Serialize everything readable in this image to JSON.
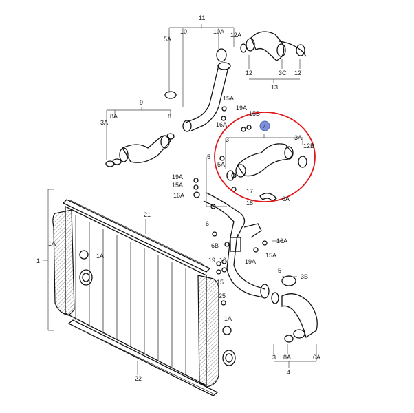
{
  "diagram": {
    "labels": {
      "l1": "1",
      "l1A_left": "1A",
      "l1A_inner": "1A",
      "l1A_bottom": "1A",
      "l3": "3",
      "l3_lower": "3",
      "l3A": "3A",
      "l3A_right": "3A",
      "l3B": "3B",
      "l3C": "3C",
      "l4": "4",
      "l5": "5",
      "l5A": "5A",
      "l5A_top": "5A",
      "l6": "6",
      "l6A": "6A",
      "l6B": "6B",
      "l7": "7",
      "l8": "8",
      "l8A": "8A",
      "l8A_lower": "8A",
      "l9": "9",
      "l10": "10",
      "l10A": "10A",
      "l11": "11",
      "l12_a": "12",
      "l12_b": "12",
      "l12A": "12A",
      "l12B": "12B",
      "l13": "13",
      "l15": "15",
      "l15A_a": "15A",
      "l15A_b": "15A",
      "l15A_c": "15A",
      "l15B": "15B",
      "l16": "16",
      "l16A_a": "16A",
      "l16A_b": "16A",
      "l16A_c": "16A",
      "l17": "17",
      "l18": "18",
      "l19": "19",
      "l19A_a": "19A",
      "l19A_b": "19A",
      "l19A_c": "19A",
      "l21": "21",
      "l22": "22",
      "l25": "25"
    },
    "highlight_color": "#e0181b",
    "marker_color": "#7d8fd6"
  }
}
